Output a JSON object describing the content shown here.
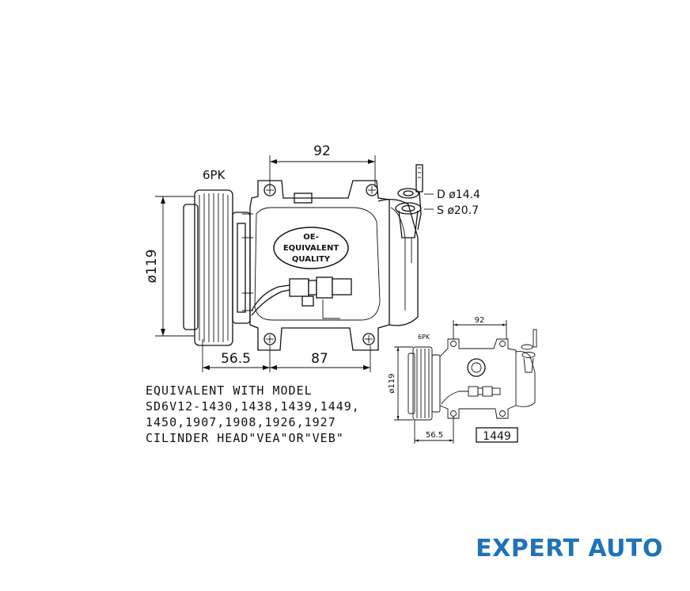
{
  "main_view": {
    "pulley_label": "6PK",
    "dim_top": "92",
    "dim_diameter": "ø119",
    "dim_left": "56.5",
    "dim_bottom": "87",
    "port_d": "D ø14.4",
    "port_s": "S ø20.7",
    "badge_line1": "OE-",
    "badge_line2": "EQUIVALENT",
    "badge_line3": "QUALITY"
  },
  "notes": {
    "line1": "EQUIVALENT WITH MODEL",
    "line2": "SD6V12-1430,1438,1439,1449,",
    "line3": "1450,1907,1908,1926,1927",
    "line4": "CILINDER HEAD\"VEA\"OR\"VEB\""
  },
  "small_view": {
    "pulley_label": "6PK",
    "dim_top": "92",
    "dim_diameter": "ø119",
    "dim_left": "56.5",
    "part_box": "1449"
  },
  "brand": {
    "text": "EXPERT AUTO",
    "color": "#1e73b9"
  }
}
